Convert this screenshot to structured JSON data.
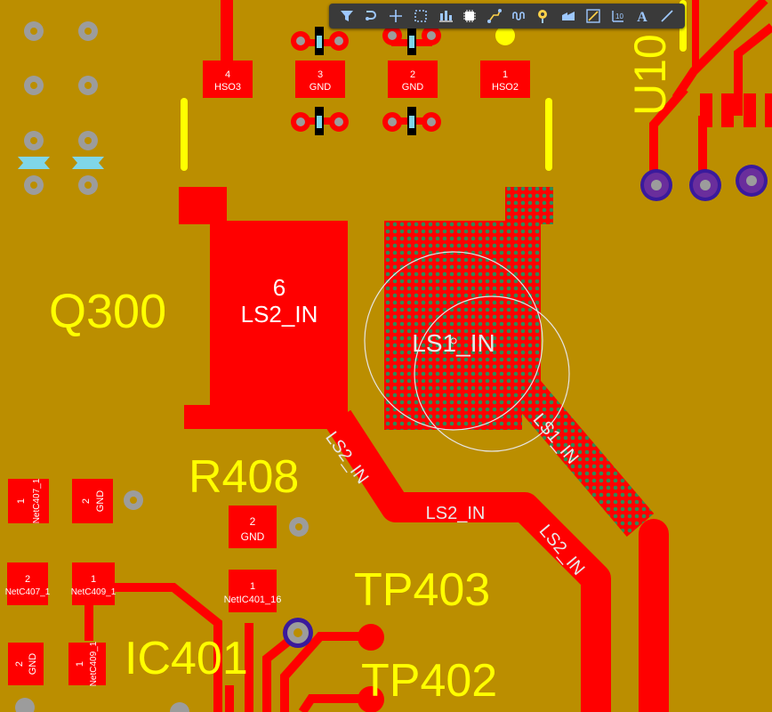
{
  "toolbar": {
    "tools": [
      {
        "name": "filter-icon"
      },
      {
        "name": "route-interactive-icon"
      },
      {
        "name": "crosshair-add-icon"
      },
      {
        "name": "select-rectangle-icon"
      },
      {
        "name": "align-icon"
      },
      {
        "name": "component-icon"
      },
      {
        "name": "route-multiple-icon"
      },
      {
        "name": "tune-length-icon"
      },
      {
        "name": "place-via-icon"
      },
      {
        "name": "place-region-icon"
      },
      {
        "name": "place-polygon-icon"
      },
      {
        "name": "place-dimension-icon"
      },
      {
        "name": "place-text-icon"
      },
      {
        "name": "place-line-icon"
      }
    ],
    "icon_color": "#9EC8FF",
    "text_tool_label": "A"
  },
  "colors": {
    "board": "#BB8E00",
    "copper": "#FF0000",
    "silkscreen": "#FFFF00",
    "pad_text": "#FFFFFF",
    "via_ring": "#9C9C9C",
    "via_plated": "#5A1E9C",
    "stitch_dot": "#2E8B57"
  },
  "designators": {
    "q300": "Q300",
    "r408": "R408",
    "tp403": "TP403",
    "tp402": "TP402",
    "ic401": "IC401",
    "u10": "U10"
  },
  "pads": {
    "p4": {
      "num": "4",
      "net": "HSO3"
    },
    "p3": {
      "num": "3",
      "net": "GND"
    },
    "p2": {
      "num": "2",
      "net": "GND"
    },
    "p1": {
      "num": "1",
      "net": "HSO2"
    },
    "p6": {
      "num": "6",
      "net": "LS2_IN"
    },
    "ls1_region": {
      "net": "LS1_IN"
    },
    "r408_p2": {
      "num": "2",
      "net": "GND"
    },
    "ic401_p1": {
      "num": "1",
      "net": "NetIC401_16"
    },
    "left_p1": {
      "num": "1",
      "net": "NetC407_1"
    },
    "left_p2gnd": {
      "num": "2",
      "net": "GND"
    },
    "left_p2": {
      "num": "2",
      "net": "NetC407_1"
    },
    "left_p1b": {
      "num": "1",
      "net": "NetC409_1"
    },
    "left_gnd_b": {
      "num": "2",
      "net": "GND"
    },
    "left_vert_1": {
      "num": "1",
      "net": "NetC409_1"
    }
  },
  "traces": {
    "ls2_a": "LS2_IN",
    "ls2_b": "LS2_IN",
    "ls2_c": "LS2_IN",
    "ls1_a": "LS1_IN"
  }
}
